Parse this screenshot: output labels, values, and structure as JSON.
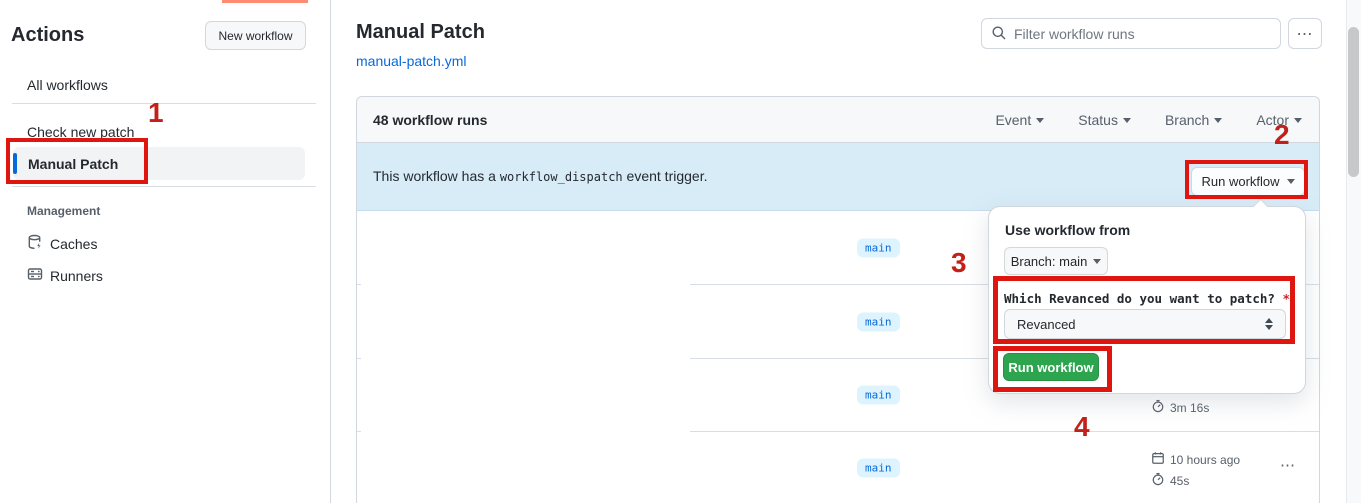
{
  "annotations": {
    "labels": [
      "1",
      "2",
      "3",
      "4"
    ],
    "box_color": "#df1610",
    "number_color": "#c3201a"
  },
  "sidebar": {
    "title": "Actions",
    "new_workflow_label": "New workflow",
    "items": [
      {
        "label": "All workflows",
        "selected": false
      },
      {
        "label": "Check new patch",
        "selected": false
      },
      {
        "label": "Manual Patch",
        "selected": true
      }
    ],
    "section_label": "Management",
    "management_items": [
      {
        "label": "Caches",
        "icon": "cache-icon"
      },
      {
        "label": "Runners",
        "icon": "server-icon"
      }
    ]
  },
  "header": {
    "title": "Manual Patch",
    "file_link": "manual-patch.yml",
    "filter_placeholder": "Filter workflow runs",
    "kebab": "⋯"
  },
  "table": {
    "runs_count_label": "48 workflow runs",
    "filters": [
      "Event",
      "Status",
      "Branch",
      "Actor"
    ],
    "banner": {
      "text_before": "This workflow has a ",
      "code": "workflow_dispatch",
      "text_after": " event trigger.",
      "run_workflow_label": "Run workflow"
    },
    "rows": [
      {
        "branch": "main"
      },
      {
        "branch": "main"
      },
      {
        "branch": "main",
        "duration": "3m 16s"
      },
      {
        "branch": "main",
        "time_ago": "10 hours ago",
        "duration": "45s",
        "menu": "⋯"
      }
    ]
  },
  "run_dialog": {
    "heading": "Use workflow from",
    "branch_selector_label": "Branch: main",
    "input_label": "Which Revanced do you want to patch?",
    "required_marker": "*",
    "select_value": "Revanced",
    "submit_label": "Run workflow"
  },
  "colors": {
    "accent_blue": "#0969da",
    "banner_bg": "#d8ecf8",
    "branch_pill_bg": "#ddf4ff",
    "green_button": "#2da44e",
    "tab_indicator_orange": "#fd8c73"
  }
}
